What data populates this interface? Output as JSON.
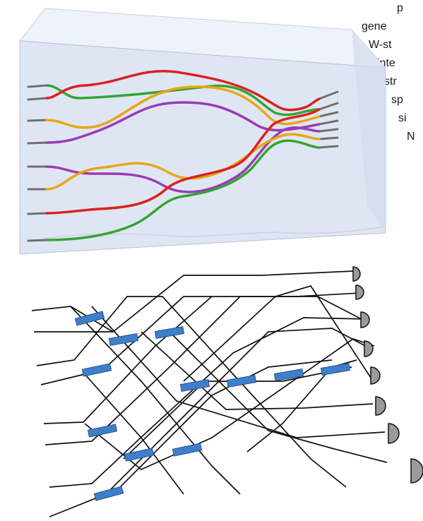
{
  "caption_fragments": [
    "p",
    "gene",
    "W-st",
    "inte",
    "str",
    "sp",
    "si",
    "N"
  ],
  "colors": {
    "chip_fill": "#dfe6f3",
    "chip_top": "#eef2f9",
    "chip_edge": "#b7c2d8",
    "waveguide_red": "#d9221f",
    "waveguide_orange": "#e8a617",
    "waveguide_purple": "#9b3cb4",
    "waveguide_green": "#34a533",
    "coupler_blue": "#3f7fc9",
    "detector_gray": "#9a9a9a",
    "line_black": "#111111"
  },
  "icons": {
    "detector": "semicircle-detector-icon",
    "coupler": "beam-splitter-bar"
  }
}
